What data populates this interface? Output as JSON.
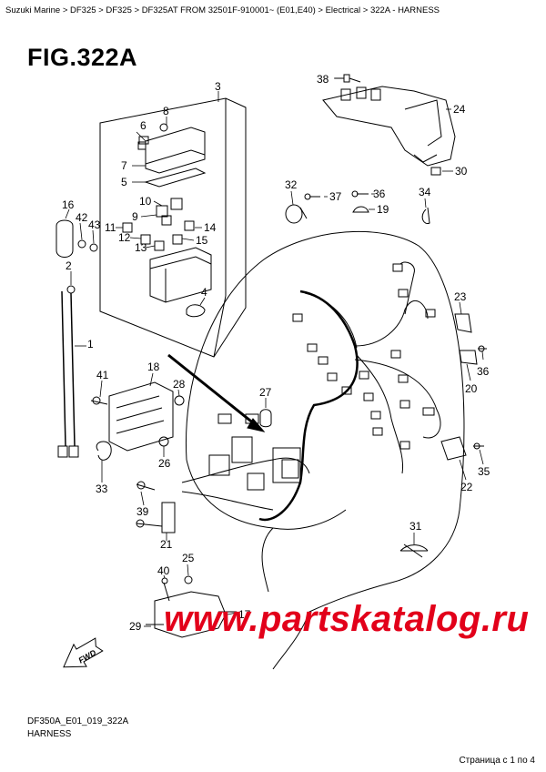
{
  "header": {
    "breadcrumb": "Suzuki Marine > DF325 > DF325 > DF325AT FROM 32501F-910001~  (E01,E40) > Electrical > 322A - HARNESS"
  },
  "figure": {
    "title": "FIG.322A",
    "code": "DF350A_E01_019_322A",
    "caption": "HARNESS"
  },
  "watermark": "www.partskatalog.ru",
  "fwd_label": "FWD",
  "footer": {
    "pager": "Страница с 1 по 4"
  },
  "callouts": [
    "1",
    "2",
    "3",
    "4",
    "5",
    "6",
    "7",
    "8",
    "9",
    "10",
    "11",
    "12",
    "13",
    "14",
    "15",
    "16",
    "17",
    "18",
    "19",
    "20",
    "21",
    "22",
    "23",
    "24",
    "25",
    "26",
    "27",
    "28",
    "29",
    "30",
    "31",
    "32",
    "33",
    "34",
    "35",
    "36",
    "37",
    "38",
    "39",
    "40",
    "41",
    "42",
    "43"
  ],
  "colors": {
    "watermark": "#e2001a",
    "lines": "#000000"
  }
}
